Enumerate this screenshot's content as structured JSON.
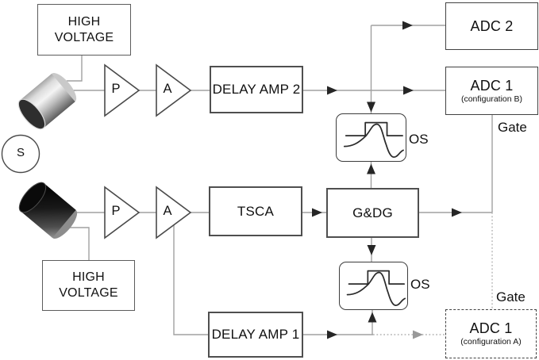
{
  "diagram": {
    "source": {
      "label": "S"
    },
    "boxes": {
      "hv_top": {
        "label": "HIGH\nVOLTAGE"
      },
      "hv_bottom": {
        "label": "HIGH\nVOLTAGE"
      },
      "delay_amp_2": {
        "label": "DELAY AMP 2"
      },
      "tsca": {
        "label": "TSCA"
      },
      "delay_amp_1": {
        "label": "DELAY AMP 1"
      },
      "gdg": {
        "label": "G&DG"
      },
      "adc_2": {
        "label": "ADC 2"
      },
      "adc_1_b": {
        "label": "ADC 1",
        "sublabel": "(configuration B)"
      },
      "adc_1_a": {
        "label": "ADC 1",
        "sublabel": "(configuration A)"
      }
    },
    "amplifiers": {
      "preamp_top": {
        "label": "P"
      },
      "amp_top": {
        "label": "A"
      },
      "preamp_bottom": {
        "label": "P"
      },
      "amp_bottom": {
        "label": "A"
      }
    },
    "oneshots": {
      "os_top": {
        "label": "OS"
      },
      "os_bottom": {
        "label": "OS"
      }
    },
    "annotations": {
      "gate_top": "Gate",
      "gate_bottom": "Gate"
    },
    "colors": {
      "background": "#ffffff",
      "box_border": "#4f4f4f",
      "wire": "#a1a1a1",
      "wire_dotted": "#b3b3b3",
      "arrow": "#262626",
      "arrow_muted": "#999999",
      "text": "#111111"
    }
  }
}
